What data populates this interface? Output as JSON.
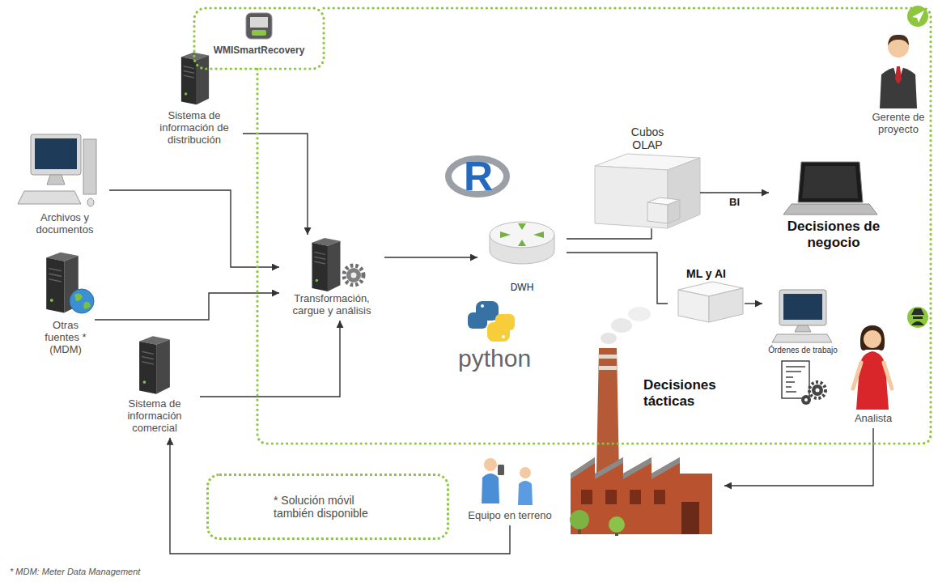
{
  "diagram": {
    "nodes": [
      {
        "text": [
          "WMISmartRecovery"
        ]
      },
      {
        "text": [
          "Sistema de información de distribución"
        ]
      },
      {
        "text": [
          "Archivos y documentos"
        ]
      },
      {
        "text": [
          "Otras fuentes *(MDM)"
        ]
      },
      {
        "text": [
          "Sistema de información comercial"
        ]
      },
      {
        "text": [
          "Transformación, cargue y análisis"
        ],
        "in": 0
      },
      {
        "text": [
          "DWH"
        ],
        "in": 0
      },
      {
        "text": [
          "Cubos OLAP"
        ],
        "in": 0
      },
      {
        "text": [
          "Gerente de proyecto"
        ],
        "in": 0
      },
      {
        "text": [
          "Decisiones de negocio"
        ],
        "in": 0
      },
      {
        "text": [
          "ML y AI"
        ],
        "in": 0
      },
      {
        "text": [
          "Órdenes de trabajo"
        ],
        "in": 0
      },
      {
        "text": [
          "Analista"
        ],
        "in": 0
      },
      {
        "text": [
          "Decisiones tácticas"
        ]
      },
      {
        "text": [
          "* Solución móvil también disponible"
        ]
      },
      {
        "text": [
          "Equipo en terreno"
        ]
      }
    ],
    "edges": [
      {
        "from": 1,
        "to": 5,
        "arrow": "to"
      },
      {
        "from": 2,
        "to": 5,
        "arrow": "to"
      },
      {
        "from": 3,
        "to": 5,
        "arrow": "to"
      },
      {
        "from": 4,
        "to": 5,
        "arrow": "to"
      },
      {
        "from": 5,
        "to": 6,
        "arrow": "to"
      },
      {
        "from": 6,
        "to": 7,
        "arrow": "none"
      },
      {
        "from": 7,
        "to": 9,
        "label": "BI",
        "arrow": "to"
      },
      {
        "from": 6,
        "to": 10,
        "arrow": "none"
      },
      {
        "from": 10,
        "to": 11,
        "arrow": "to"
      },
      {
        "from": 12,
        "to": 13,
        "arrow": "to"
      },
      {
        "from": 15,
        "to": 4,
        "arrow": "to"
      }
    ],
    "labels": [
      "R",
      "python",
      "* MDM: Meter Data Management"
    ]
  }
}
